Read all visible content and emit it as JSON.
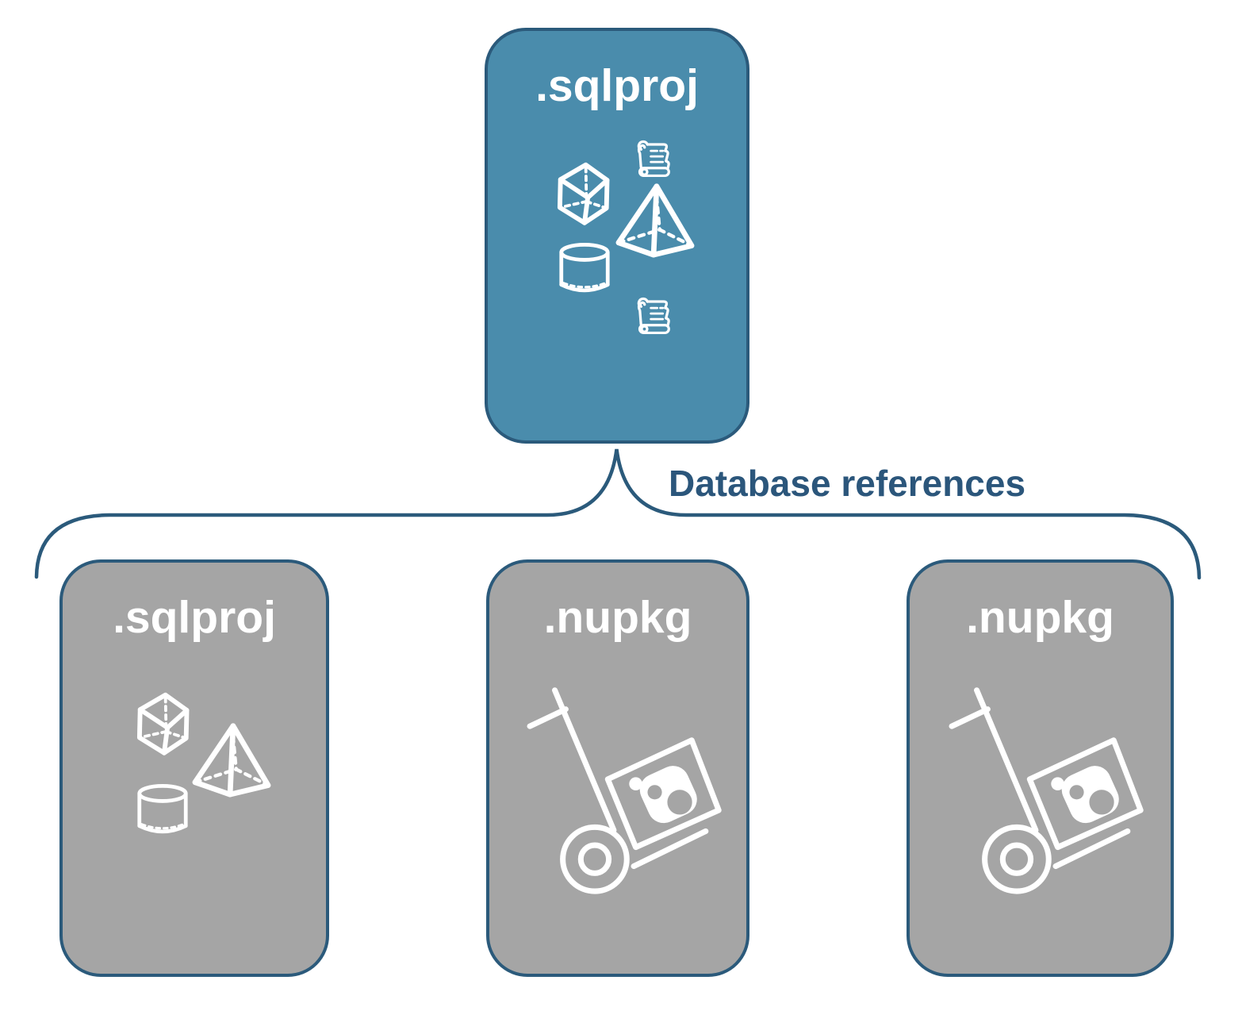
{
  "diagram": {
    "colors": {
      "parent_card_fill": "#4A8CAC",
      "child_card_fill": "#A5A5A5",
      "outline": "#2B5A7B",
      "icon_and_title": "#FFFFFF"
    },
    "connector": {
      "label": "Database references"
    },
    "parent_card": {
      "label": ".sqlproj",
      "icons": [
        "scroll-icon",
        "cube-icon",
        "pyramid-icon",
        "cylinder-icon",
        "scroll-icon"
      ]
    },
    "child_cards": [
      {
        "label": ".sqlproj",
        "icons": [
          "cube-icon",
          "pyramid-icon",
          "cylinder-icon"
        ]
      },
      {
        "label": ".nupkg",
        "icons": [
          "package-dolly-icon"
        ]
      },
      {
        "label": ".nupkg",
        "icons": [
          "package-dolly-icon"
        ]
      }
    ]
  }
}
